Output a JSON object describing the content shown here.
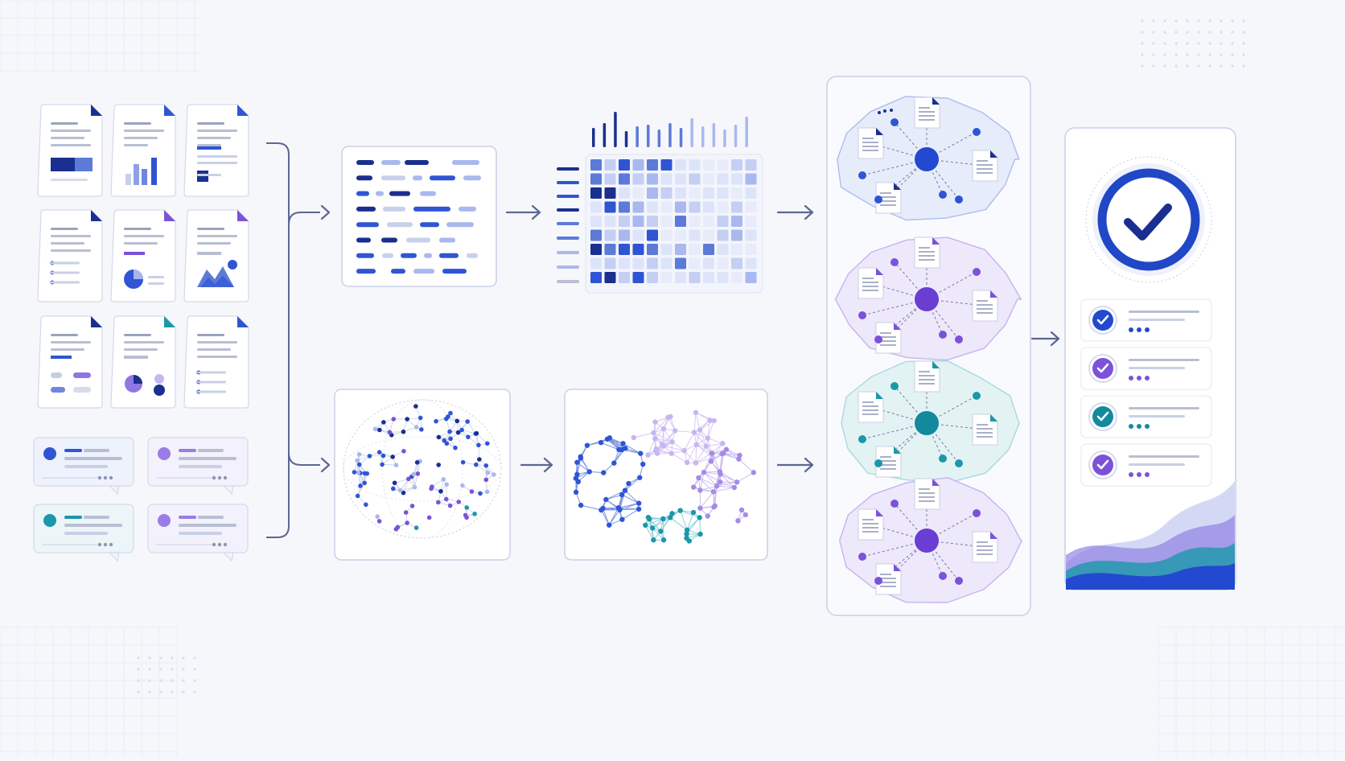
{
  "palette": {
    "background": "#f6f7fb",
    "panel_fill": "#ffffff",
    "panel_stroke": "#c9d0e6",
    "arrow": "#5b6791",
    "navy": "#1a2f8f",
    "blue": "#2f55d4",
    "light_blue": "#a9b8ee",
    "pale_blue": "#dde4fa",
    "purple": "#7b52d9",
    "light_purple": "#c7b6f1",
    "teal": "#1c97aa",
    "light_teal": "#bfe3e6",
    "gray_line": "#b8bfd3"
  },
  "icons": {
    "documents": [
      "document-text-icon",
      "document-chart-icon",
      "document-table-icon",
      "document-list-icon",
      "document-pie-icon",
      "document-image-icon"
    ],
    "messages": "chat-bubble-icon",
    "result": "check-circle-icon"
  },
  "stages": [
    "source-documents",
    "source-messages",
    "token-sequences",
    "embedding-matrix",
    "point-cloud",
    "knowledge-graph",
    "topic-clusters",
    "verified-results"
  ],
  "clusters": [
    {
      "color_key": "blue"
    },
    {
      "color_key": "purple"
    },
    {
      "color_key": "teal"
    },
    {
      "color_key": "purple"
    }
  ],
  "results": [
    {
      "color_key": "blue"
    },
    {
      "color_key": "purple"
    },
    {
      "color_key": "teal"
    },
    {
      "color_key": "purple"
    }
  ]
}
